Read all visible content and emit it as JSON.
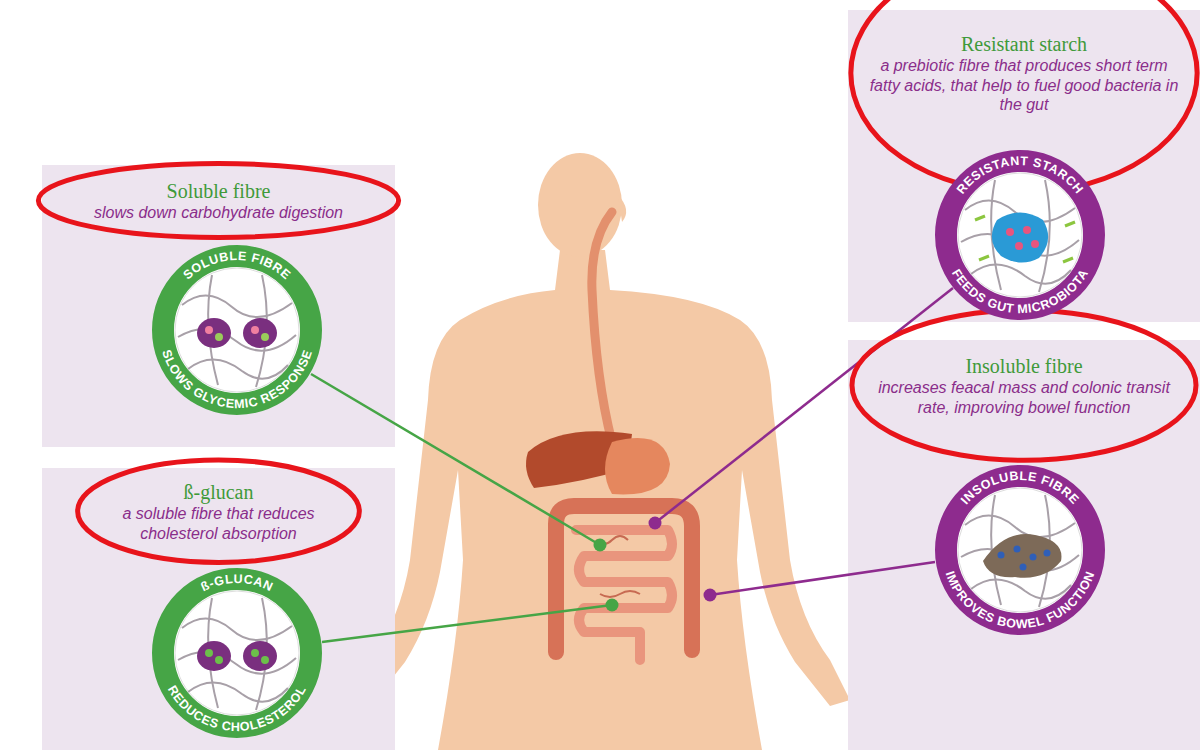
{
  "diagram": {
    "nodes": [
      {
        "text": [
          "Soluble fibre",
          "slows down carbohydrate digestion"
        ]
      },
      {
        "text": [
          "SOLUBLE FIBRE",
          "SLOWS GLYCEMIC RESPONSE"
        ],
        "in": 0
      },
      {
        "text": [
          "ß-glucan",
          "a soluble fibre that reduces cholesterol absorption"
        ]
      },
      {
        "text": [
          "ß-GLUCAN",
          "REDUCES CHOLESTEROL"
        ],
        "in": 2
      },
      {
        "text": [
          "Resistant starch",
          "a prebiotic fibre that produces short term fatty acids, that help to fuel good bacteria in the gut"
        ]
      },
      {
        "text": [
          "RESISTANT STARCH",
          "FEEDS GUT MICROBIOTA"
        ],
        "in": 4
      },
      {
        "text": [
          "Insoluble fibre",
          "increases feacal mass and colonic transit rate, improving bowel function"
        ]
      },
      {
        "text": [
          "INSOLUBLE FIBRE",
          "IMPROVES BOWEL FUNCTION"
        ],
        "in": 6
      }
    ]
  }
}
